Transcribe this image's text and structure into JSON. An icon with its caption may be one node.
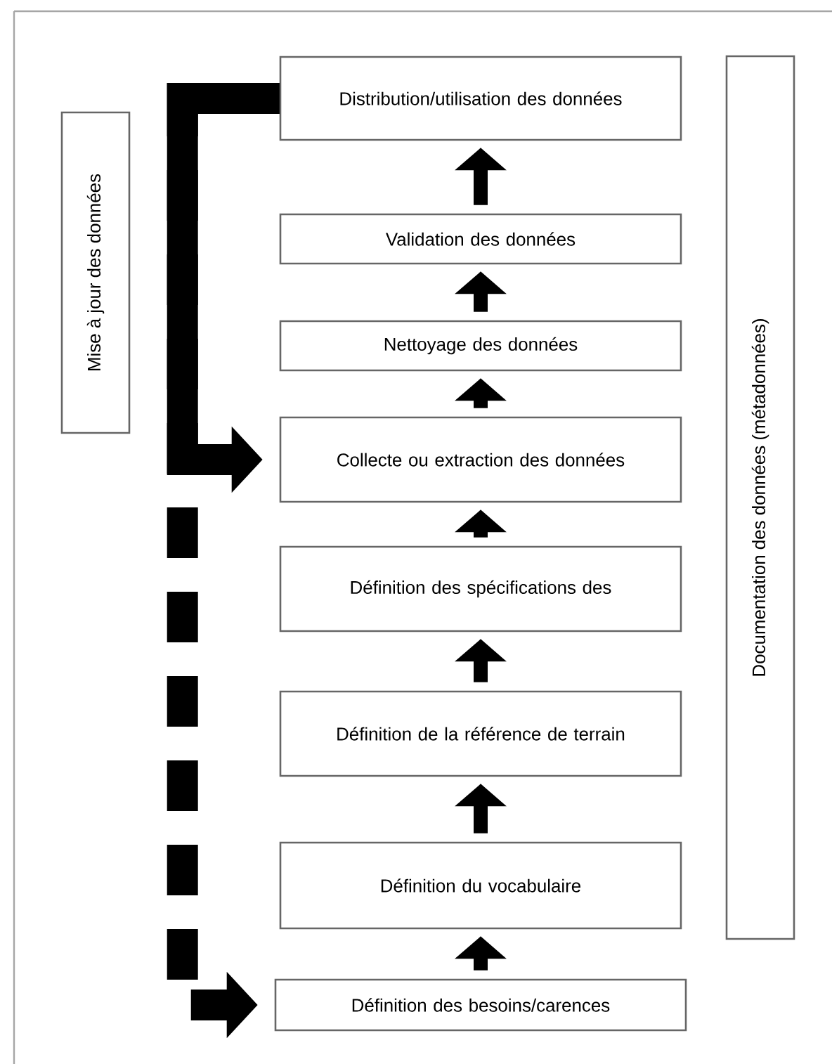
{
  "diagram": {
    "nodes": [
      {
        "text": [
          "Distribution/utilisation des données"
        ]
      },
      {
        "text": [
          "Validation des données"
        ]
      },
      {
        "text": [
          "Nettoyage des données"
        ]
      },
      {
        "text": [
          "Collecte ou extraction des données"
        ]
      },
      {
        "text": [
          "Définition des spécifications des"
        ]
      },
      {
        "text": [
          "Définition de la référence de terrain"
        ]
      },
      {
        "text": [
          "Définition du vocabulaire"
        ]
      },
      {
        "text": [
          "Définition des besoins/carences"
        ]
      },
      {
        "text": [
          "Mise à jour des données"
        ]
      },
      {
        "text": [
          "Documentation des données (métadonnées)"
        ]
      }
    ],
    "edges": [
      {
        "from": 7,
        "to": 6,
        "arrow": "to"
      },
      {
        "from": 6,
        "to": 5,
        "arrow": "to"
      },
      {
        "from": 5,
        "to": 4,
        "arrow": "to"
      },
      {
        "from": 4,
        "to": 3,
        "arrow": "to"
      },
      {
        "from": 3,
        "to": 2,
        "arrow": "to"
      },
      {
        "from": 2,
        "to": 1,
        "arrow": "to"
      },
      {
        "from": 1,
        "to": 0,
        "arrow": "to"
      },
      {
        "from": 0,
        "to": 7,
        "arrow": "to",
        "style": "dashed"
      },
      {
        "from": 0,
        "to": 3,
        "arrow": "to",
        "style": "thick"
      }
    ]
  }
}
